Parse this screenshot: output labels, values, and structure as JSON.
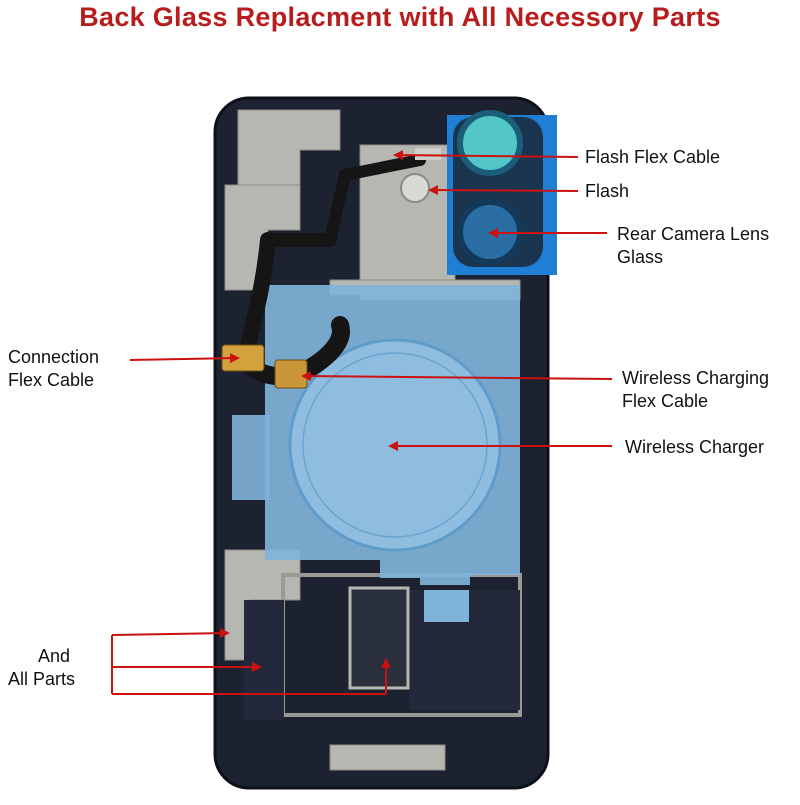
{
  "title": "Back Glass Replacment with All Necessory Parts",
  "callouts": {
    "flash_flex_cable": "Flash Flex Cable",
    "flash": "Flash",
    "rear_camera_lens_line1": "Rear Camera Lens",
    "rear_camera_lens_line2": "Glass",
    "connection_flex_line1": "Connection",
    "connection_flex_line2": "Flex Cable",
    "wireless_charging_flex_line1": "Wireless Charging",
    "wireless_charging_flex_line2": "Flex Cable",
    "wireless_charger": "Wireless Charger",
    "all_parts_line1": "And",
    "all_parts_line2": "All Parts"
  },
  "colors": {
    "title": "#b81d1d",
    "arrow": "#cc1111",
    "glass": "#1c2230",
    "metal": "#b7b7b2",
    "coil": "#7fb3d9",
    "camera_cover": "#1f7fd4",
    "flex": "#151515"
  }
}
